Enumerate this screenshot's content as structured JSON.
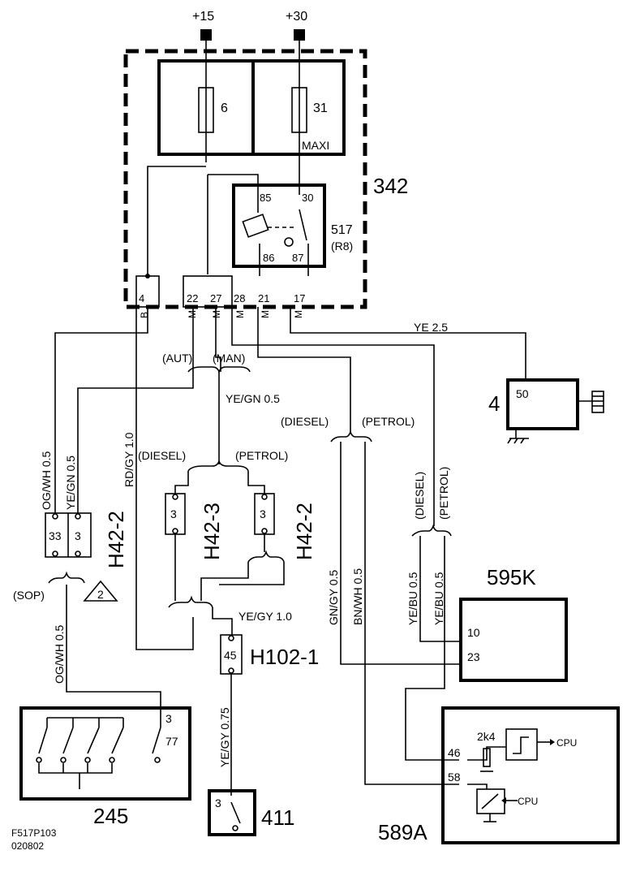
{
  "supply": {
    "p15": "+15",
    "p30": "+30"
  },
  "relay_box": {
    "id": "342",
    "fuse_6": "6",
    "fuse_31": "31",
    "maxi": "MAXI",
    "relay_id": "517",
    "relay_sub": "(R8)",
    "relay_pins": {
      "p85": "85",
      "p30": "30",
      "p86": "86",
      "p87": "87"
    },
    "connector_pins": [
      "4",
      "22",
      "27",
      "28",
      "21",
      "17"
    ],
    "connector_codes": [
      "B",
      "M",
      "M",
      "M",
      "M",
      "M"
    ]
  },
  "labels": {
    "aut": "(AUT)",
    "man": "(MAN)",
    "ye_gn_05": "YE/GN  0.5",
    "diesel_1": "(DIESEL)",
    "petrol_1": "(PETROL)",
    "diesel_2": "(DIESEL)",
    "petrol_2": "(PETROL)",
    "diesel_3": "(DIESEL)",
    "petrol_3": "(PETROL)",
    "ye_25": "YE   2.5",
    "og_wh_05_a": "OG/WH  0.5",
    "ye_gn_05_b": "YE/GN  0.5",
    "rd_gy_10": "RD/GY  1.0",
    "gn_gy_05": "GN/GY  0.5",
    "bn_wh_05": "BN/WH  0.5",
    "ye_bu_05_a": "YE/BU  0.5",
    "ye_bu_05_b": "YE/BU  0.5",
    "sop": "(SOP)",
    "og_wh_05_b": "OG/WH  0.5",
    "ye_gy_10": "YE/GY  1.0",
    "ye_gy_075": "YE/GY  0.75",
    "warn": "2"
  },
  "components": {
    "c4": {
      "id": "4",
      "pin": "50"
    },
    "h42_2_left": {
      "id": "H42-2",
      "pins": [
        "33",
        "3"
      ]
    },
    "h42_3": {
      "id": "H42-3",
      "pin": "3"
    },
    "h42_2_right": {
      "id": "H42-2",
      "pin": "3"
    },
    "h102_1": {
      "id": "H102-1",
      "pin": "45"
    },
    "c595k": {
      "id": "595K",
      "pins": [
        "10",
        "23"
      ]
    },
    "c589a": {
      "id": "589A",
      "pins": [
        "46",
        "58"
      ],
      "resistor": "2k4",
      "cpu1": "CPU",
      "cpu2": "CPU"
    },
    "c245": {
      "id": "245",
      "pins": [
        "3",
        "77"
      ]
    },
    "c411": {
      "id": "411",
      "pin": "3"
    }
  },
  "footer": {
    "code": "F517P103",
    "date": "020802"
  }
}
